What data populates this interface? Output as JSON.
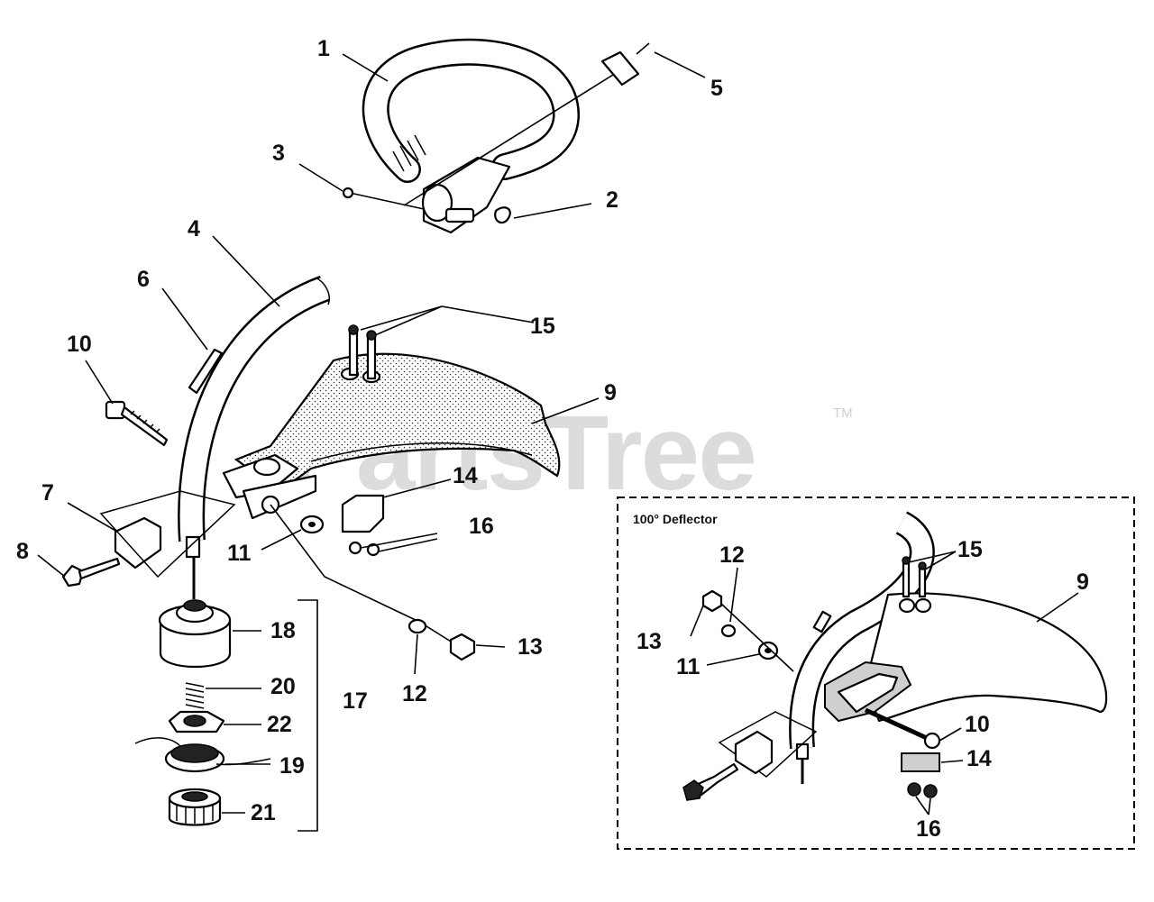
{
  "watermark": {
    "text": "PartsTree",
    "trademark": "TM"
  },
  "inset": {
    "title": "100° Deflector"
  },
  "callouts": {
    "c1": "1",
    "c2": "2",
    "c3": "3",
    "c4": "4",
    "c5": "5",
    "c6": "6",
    "c7": "7",
    "c8": "8",
    "c9": "9",
    "c10": "10",
    "c11": "11",
    "c12": "12",
    "c13": "13",
    "c14": "14",
    "c15": "15",
    "c16": "16",
    "c17": "17",
    "c18": "18",
    "c19": "19",
    "c20": "20",
    "c21": "21",
    "c22": "22",
    "i9": "9",
    "i10": "10",
    "i11": "11",
    "i12": "12",
    "i13": "13",
    "i14": "14",
    "i15": "15",
    "i16": "16"
  }
}
